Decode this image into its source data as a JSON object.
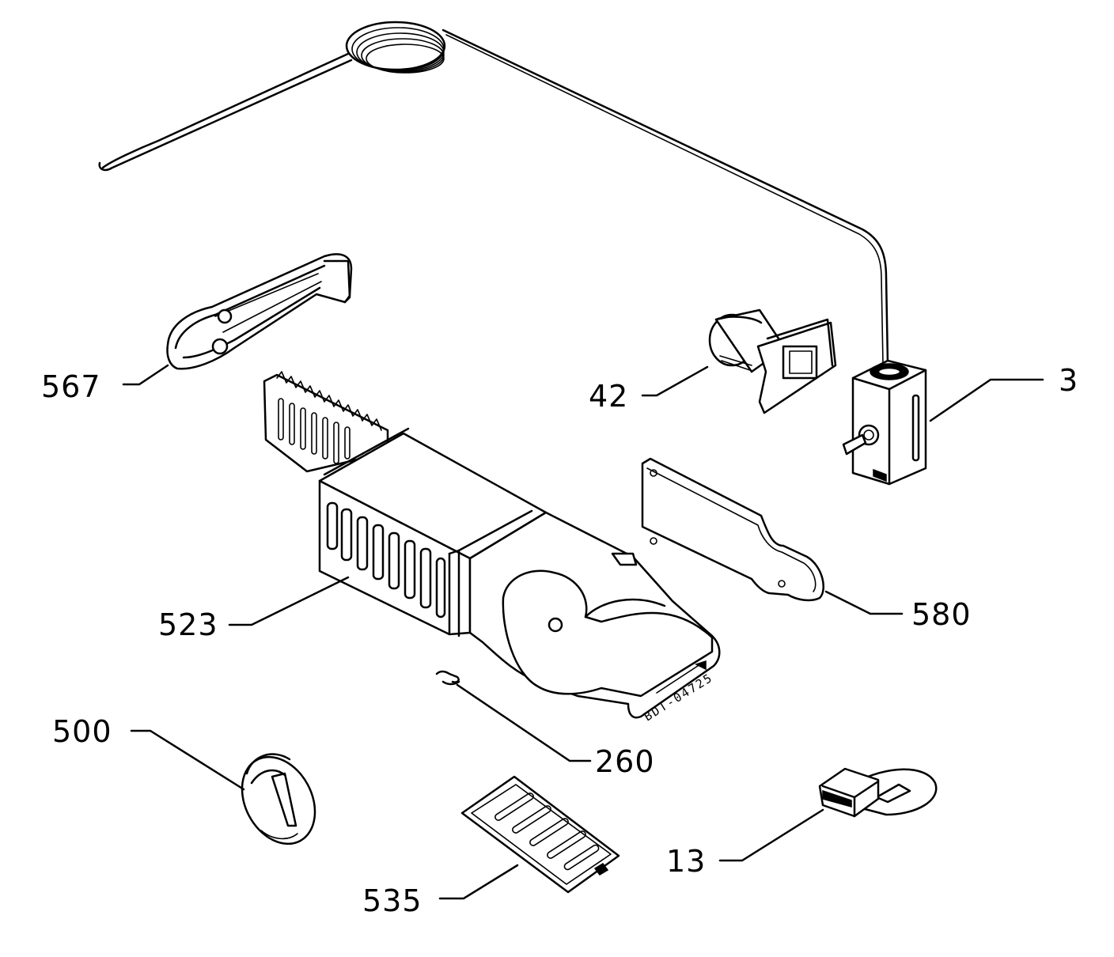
{
  "diagram": {
    "drawing_code": "BDT-04725",
    "parts": [
      {
        "id": "3",
        "label": "3",
        "icon": "thermostat-icon"
      },
      {
        "id": "13",
        "label": "13",
        "icon": "clip-icon"
      },
      {
        "id": "42",
        "label": "42",
        "icon": "lamp-holder-icon"
      },
      {
        "id": "260",
        "label": "260",
        "icon": "spring-clip-icon"
      },
      {
        "id": "500",
        "label": "500",
        "icon": "knob-icon"
      },
      {
        "id": "523",
        "label": "523",
        "icon": "housing-icon"
      },
      {
        "id": "535",
        "label": "535",
        "icon": "cover-plate-icon"
      },
      {
        "id": "567",
        "label": "567",
        "icon": "bracket-icon"
      },
      {
        "id": "580",
        "label": "580",
        "icon": "cover-plate-icon"
      }
    ]
  }
}
